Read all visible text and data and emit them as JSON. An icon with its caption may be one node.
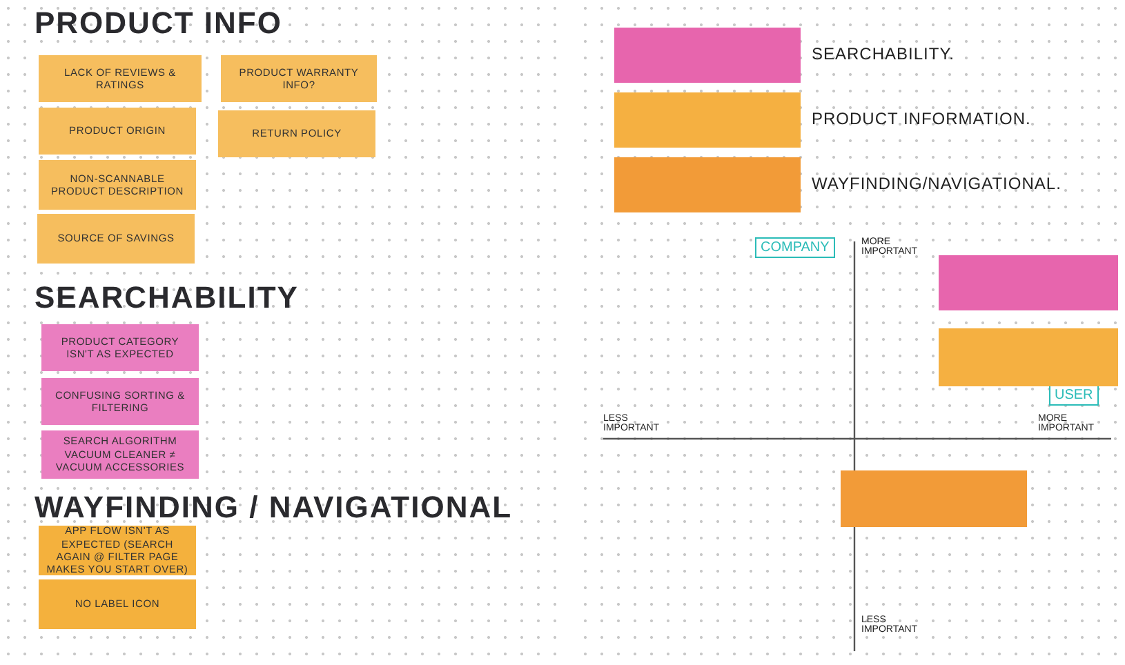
{
  "diagram": {
    "nodes": [
      {
        "text": [
          "LACK OF REVIEWS & RATINGS"
        ]
      },
      {
        "text": [
          "PRODUCT WARRANTY INFO?"
        ]
      },
      {
        "text": [
          "PRODUCT ORIGIN"
        ]
      },
      {
        "text": [
          "RETURN POLICY"
        ]
      },
      {
        "text": [
          "NON-SCANNABLE PRODUCT DESCRIPTION"
        ]
      },
      {
        "text": [
          "SOURCE OF SAVINGS"
        ]
      },
      {
        "text": [
          "PRODUCT CATEGORY ISN'T AS EXPECTED"
        ]
      },
      {
        "text": [
          "CONFUSING SORTING & FILTERING"
        ]
      },
      {
        "text": [
          "SEARCH ALGORITHM VACUUM CLEANER ≠ VACUUM ACCESSORIES"
        ]
      },
      {
        "text": [
          "APP FLOW ISN'T AS EXPECTED (SEARCH AGAIN @ FILTER PAGE MAKES YOU START OVER)"
        ]
      },
      {
        "text": [
          "NO LABEL ICON"
        ]
      },
      {
        "text": [
          "COMPANY"
        ]
      },
      {
        "text": [],
        "shape": "box"
      },
      {
        "text": [
          "USER"
        ]
      },
      {
        "text": [],
        "shape": "box"
      },
      {
        "text": [],
        "shape": "box"
      }
    ],
    "labels": [
      "PRODUCT INFO",
      "SEARCHABILITY",
      "WAYFINDING / NAVIGATIONAL",
      "MORE IMPORTANT",
      "LESS IMPORTANT",
      "MORE IMPORTANT",
      "LESS IMPORTANT"
    ],
    "legend": [
      {
        "text": "SEARCHABILITY.",
        "color": "#e765ad"
      },
      {
        "text": "PRODUCT INFORMATION.",
        "color": "#f5b041"
      },
      {
        "text": "WAYFINDING/NAVIGATIONAL.",
        "color": "#f29b38"
      }
    ]
  }
}
